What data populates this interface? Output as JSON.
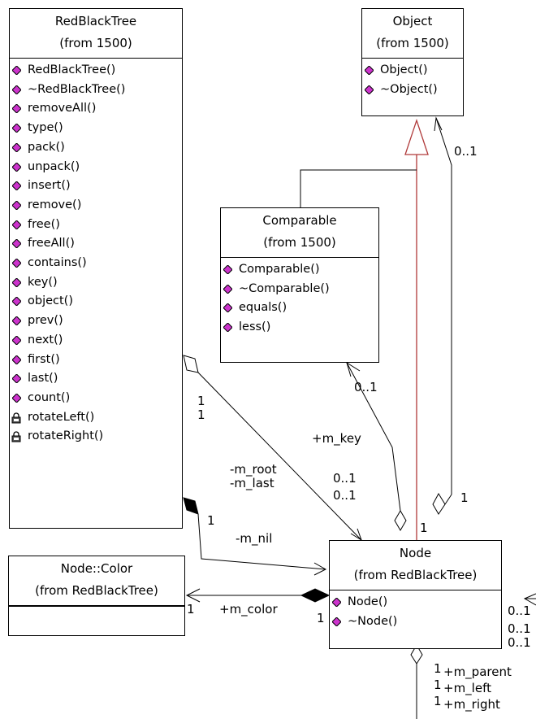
{
  "classes": {
    "redblacktree": {
      "name": "RedBlackTree",
      "from": "(from 1500)",
      "operations": [
        "RedBlackTree()",
        "~RedBlackTree()",
        "removeAll()",
        "type()",
        "pack()",
        "unpack()",
        "insert()",
        "remove()",
        "free()",
        "freeAll()",
        "contains()",
        "key()",
        "object()",
        "prev()",
        "next()",
        "first()",
        "last()",
        "count()",
        "rotateLeft()",
        "rotateRight()"
      ],
      "private_operations": [
        "rotateLeft()",
        "rotateRight()"
      ]
    },
    "object": {
      "name": "Object",
      "from": "(from 1500)",
      "operations": [
        "Object()",
        "~Object()"
      ]
    },
    "comparable": {
      "name": "Comparable",
      "from": "(from 1500)",
      "operations": [
        "Comparable()",
        "~Comparable()",
        "equals()",
        "less()"
      ]
    },
    "node": {
      "name": "Node",
      "from": "(from RedBlackTree)",
      "operations": [
        "Node()",
        "~Node()"
      ]
    },
    "node_color": {
      "name": "Node::Color",
      "from": "(from RedBlackTree)",
      "operations": []
    }
  },
  "labels": {
    "obj_mult": "0..1",
    "cmp_mult": "0..1",
    "m_key": "+m_key",
    "one_a": "1",
    "one_b": "1",
    "m_root": "-m_root",
    "m_last": "-m_last",
    "root_mult_a": "0..1",
    "root_mult_b": "0..1",
    "nil_one": "1",
    "m_nil": "-m_nil",
    "node_one_a": "1",
    "node_one_b": "1",
    "color_one_left": "1",
    "m_color": "+m_color",
    "color_one_right": "1",
    "self_mult_a": "0..1",
    "self_mult_b": "0..1",
    "self_mult_c": "0..1",
    "self_one_a": "1",
    "self_one_b": "1",
    "self_one_c": "1",
    "m_parent": "+m_parent",
    "m_left": "+m_left",
    "m_right": "+m_right"
  },
  "colors": {
    "operation_marker": "#cc33cc",
    "generalization_line": "#b03a3a"
  }
}
